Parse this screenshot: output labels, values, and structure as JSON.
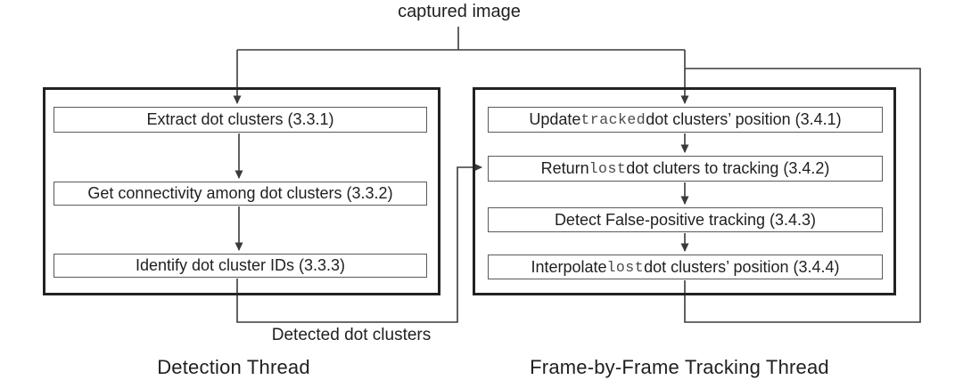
{
  "figure": {
    "input_label": "captured image",
    "intermediate_label": "Detected dot clusters"
  },
  "detection_thread": {
    "title": "Detection Thread",
    "steps": [
      {
        "segments": [
          {
            "text": "Extract dot clusters (3.3.1)",
            "mono": false
          }
        ]
      },
      {
        "segments": [
          {
            "text": "Get connectivity among dot clusters (3.3.2)",
            "mono": false
          }
        ]
      },
      {
        "segments": [
          {
            "text": "Identify dot cluster IDs (3.3.3)",
            "mono": false
          }
        ]
      }
    ]
  },
  "tracking_thread": {
    "title": "Frame-by-Frame Tracking Thread",
    "steps": [
      {
        "segments": [
          {
            "text": "Update ",
            "mono": false
          },
          {
            "text": "tracked",
            "mono": true
          },
          {
            "text": " dot clusters’ position (3.4.1)",
            "mono": false
          }
        ]
      },
      {
        "segments": [
          {
            "text": "Return ",
            "mono": false
          },
          {
            "text": "lost",
            "mono": true
          },
          {
            "text": " dot cluters to tracking (3.4.2)",
            "mono": false
          }
        ]
      },
      {
        "segments": [
          {
            "text": "Detect False-positive tracking (3.4.3)",
            "mono": false
          }
        ]
      },
      {
        "segments": [
          {
            "text": "Interpolate ",
            "mono": false
          },
          {
            "text": "lost",
            "mono": true
          },
          {
            "text": " dot clusters’ position (3.4.4)",
            "mono": false
          }
        ]
      }
    ]
  },
  "colors": {
    "line": "#3a3a3a",
    "thick_border": "#222222",
    "thin_border": "#5a5a5a",
    "text": "#1f1f1f",
    "mono_text": "#4a4a4a",
    "background": "#ffffff"
  }
}
